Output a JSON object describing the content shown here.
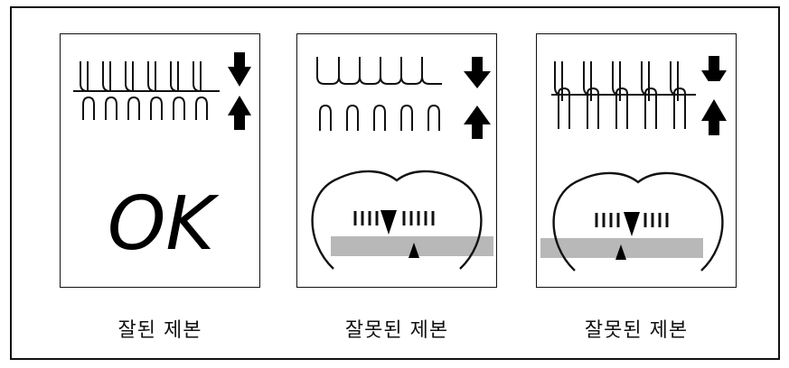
{
  "panels": [
    {
      "caption": "잘된 제본",
      "badge": "OK"
    },
    {
      "caption": "잘못된 제본"
    },
    {
      "caption": "잘못된 제본"
    }
  ],
  "colors": {
    "line": "#111111",
    "band": "#b8b8b8",
    "background": "#ffffff"
  }
}
